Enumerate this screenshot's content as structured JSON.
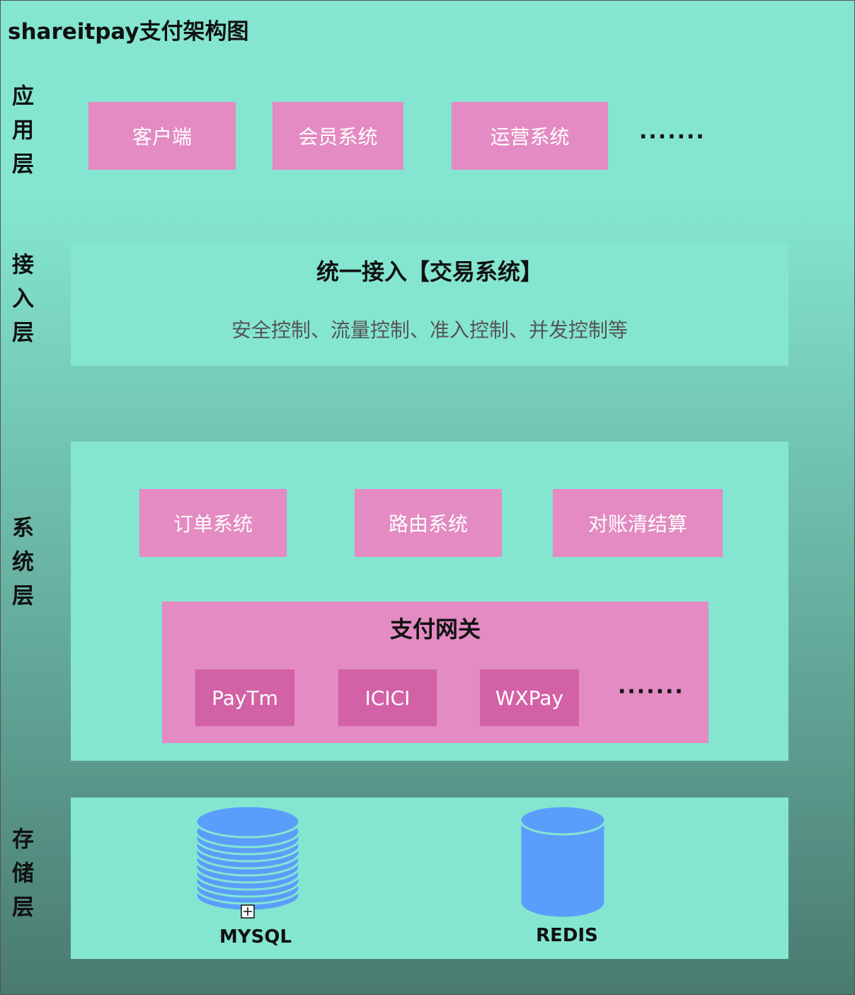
{
  "title": "shareitpay支付架构图",
  "colors": {
    "background_top": "#84e6d0",
    "background_bottom": "#4a7a70",
    "panel": "#84e6d0",
    "box": "#e38bc2",
    "dark_box": "#d361a5",
    "database": "#5a9efc"
  },
  "layers": {
    "app": {
      "label": "应用层",
      "items": [
        "客户端",
        "会员系统",
        "运营系统"
      ],
      "more": "·······"
    },
    "access": {
      "label": "接入层",
      "heading": "统一接入【交易系统】",
      "description": "安全控制、流量控制、准入控制、并发控制等"
    },
    "system": {
      "label": "系统层",
      "items": [
        "订单系统",
        "路由系统",
        "对账清结算"
      ],
      "gateway": {
        "title": "支付网关",
        "channels": [
          "PayTm",
          "ICICI",
          "WXPay"
        ],
        "more": "·······"
      }
    },
    "storage": {
      "label": "存储层",
      "databases": [
        {
          "name": "MYSQL",
          "icon": "stacked-database-icon"
        },
        {
          "name": "REDIS",
          "icon": "cylinder-database-icon"
        }
      ]
    }
  }
}
